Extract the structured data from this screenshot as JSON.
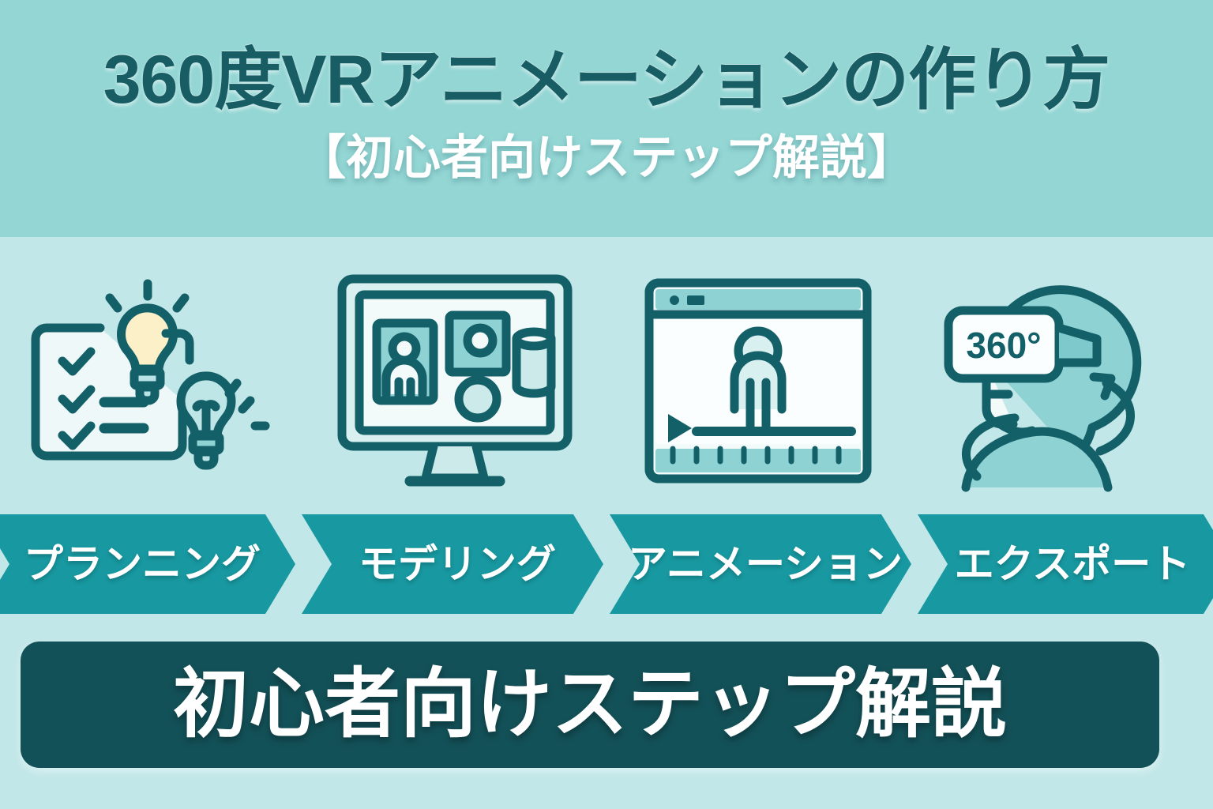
{
  "header": {
    "title": "360度VRアニメーションの作り方",
    "subtitle": "【初心者向けステップ解説】"
  },
  "colors": {
    "band_top": "#93d6d4",
    "band_bottom": "#c2e7e8",
    "title_text": "#185c64",
    "chevron_fill": "#1898a0",
    "banner_fill": "#135158",
    "icon_stroke": "#146069",
    "icon_fill_light": "#eef8f8",
    "icon_fill_teal": "#8ed2d4",
    "icon_fill_bulb": "#fbf0c8",
    "white": "#ffffff"
  },
  "icons": [
    {
      "name": "planning-clipboard-lightbulb-icon",
      "label": "clipboard with checkmarks and two lightbulbs"
    },
    {
      "name": "modeling-monitor-icon",
      "label": "desktop monitor with 3D shapes"
    },
    {
      "name": "animation-player-icon",
      "label": "player window with figure and timeline"
    },
    {
      "name": "export-vr-headset-icon",
      "label": "person wearing 360 degree VR headset"
    }
  ],
  "steps": [
    {
      "label": "プランニング"
    },
    {
      "label": "モデリング"
    },
    {
      "label": "アニメーション"
    },
    {
      "label": "エクスポート"
    }
  ],
  "vr_display": {
    "value": "360°"
  },
  "banner": {
    "text": "初心者向けステップ解説"
  }
}
